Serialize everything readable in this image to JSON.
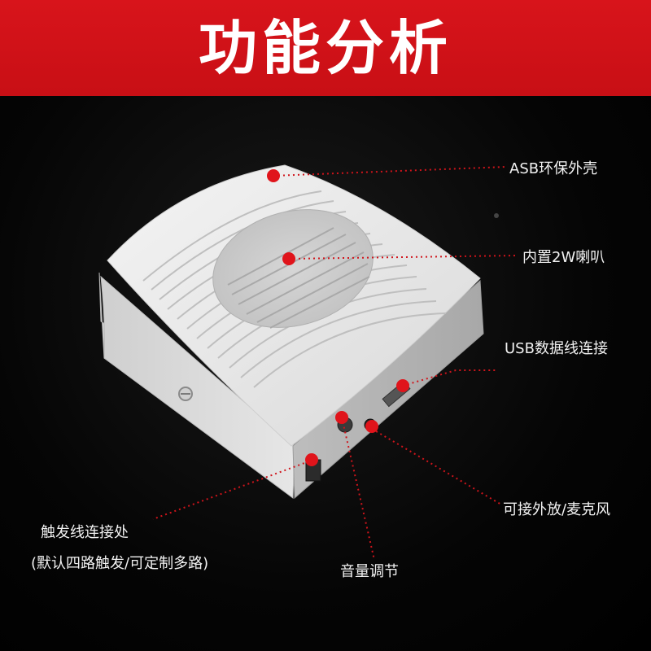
{
  "header": {
    "title": "功能分析"
  },
  "annotations": {
    "shell": "ASB环保外壳",
    "speaker": "内置2W喇叭",
    "usb": "USB数据线连接",
    "trigger": "触发线连接处",
    "trigger_note": "(默认四路触发/可定制多路)",
    "volume": "音量调节",
    "external": "可接外放/麦克风"
  },
  "colors": {
    "banner": "#d8141b",
    "marker": "#e0141b",
    "background": "#000000",
    "text": "#f2f2f2"
  }
}
